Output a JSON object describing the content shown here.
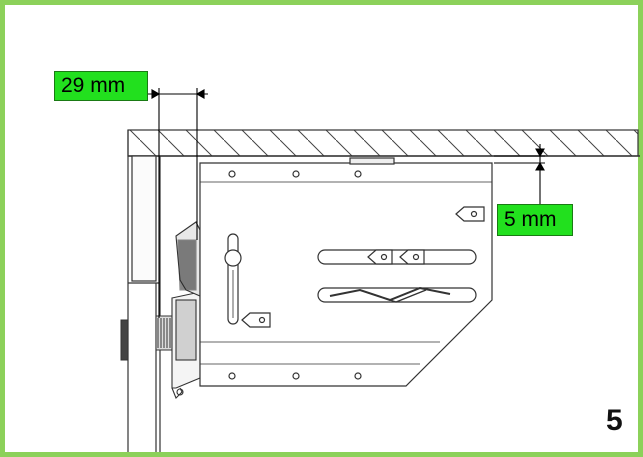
{
  "dimensions": {
    "horizontal_label": "29 mm",
    "vertical_label": "5 mm"
  },
  "step_number": "5",
  "colors": {
    "frame_border": "#8cd15a",
    "label_background": "#22e01e",
    "line_color": "#333333"
  },
  "icons": {
    "hatching": "wall-hatching",
    "arrows": "dimension-arrowheads"
  }
}
